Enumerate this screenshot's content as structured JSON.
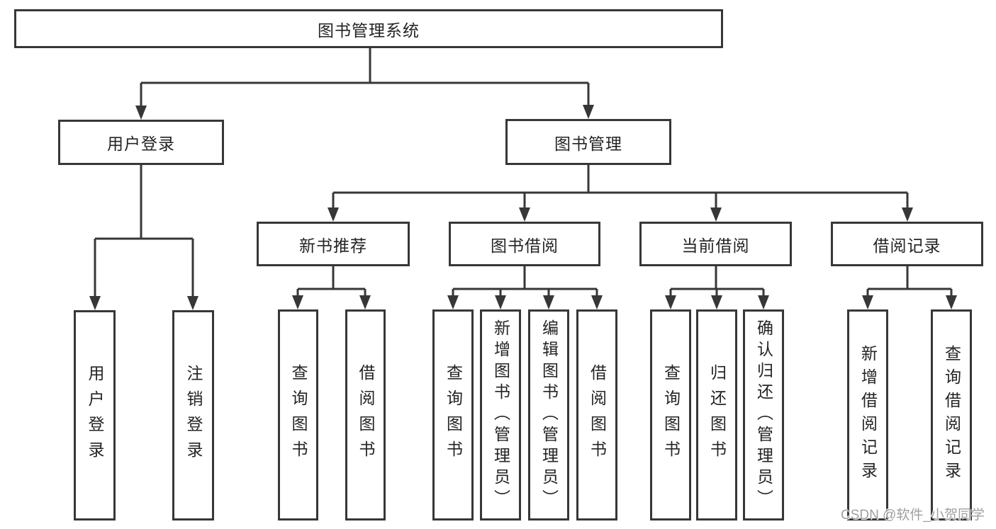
{
  "diagram": {
    "type": "hierarchy-tree",
    "colors": {
      "line": "#373737",
      "box_border": "#373737",
      "box_fill": "#ffffff",
      "text": "#242424",
      "watermark_text": "#9f9f9f",
      "background": "#ffffff"
    },
    "watermark": "CSDN @软件_小贺同学"
  },
  "tree": {
    "label": "图书管理系统",
    "children": [
      {
        "label": "用户登录",
        "children": [
          {
            "label": "用户登录"
          },
          {
            "label": "注销登录"
          }
        ]
      },
      {
        "label": "图书管理",
        "children": [
          {
            "label": "新书推荐",
            "children": [
              {
                "label": "查询图书"
              },
              {
                "label": "借阅图书"
              }
            ]
          },
          {
            "label": "图书借阅",
            "children": [
              {
                "label": "查询图书"
              },
              {
                "label": "新增图书（管理员）"
              },
              {
                "label": "编辑图书（管理员）"
              },
              {
                "label": "借阅图书"
              }
            ]
          },
          {
            "label": "当前借阅",
            "children": [
              {
                "label": "查询图书"
              },
              {
                "label": "归还图书"
              },
              {
                "label": "确认归还（管理员）"
              }
            ]
          },
          {
            "label": "借阅记录",
            "children": [
              {
                "label": "新增借阅记录"
              },
              {
                "label": "查询借阅记录"
              }
            ]
          }
        ]
      }
    ]
  }
}
